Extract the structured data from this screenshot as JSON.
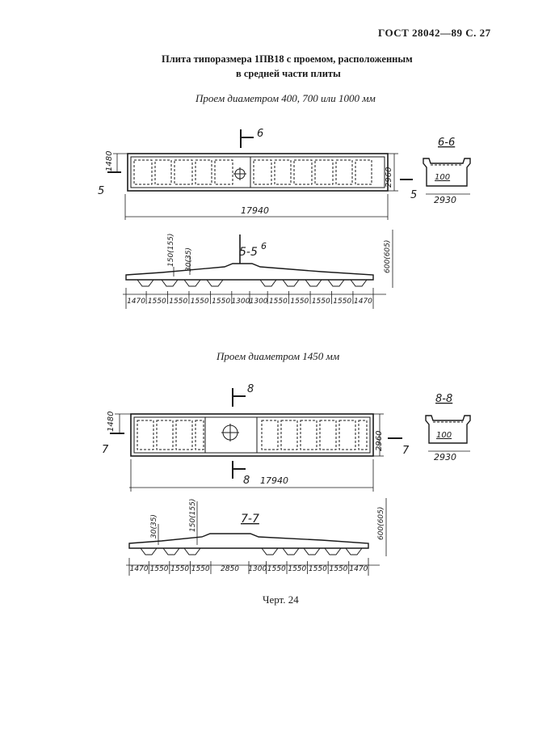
{
  "header": "ГОСТ 28042—89 С. 27",
  "title": {
    "line1": "Плита типоразмера 1ПВ18 с проемом, расположенным",
    "line2": "в средней части плиты"
  },
  "subtitle1": "Проем диаметром 400, 700 или 1000 мм",
  "subtitle2": "Проем диаметром 1450 мм",
  "caption": "Черт. 24",
  "fig1": {
    "dim_height": "1480",
    "dim_width": "2960",
    "dim_length": "17940",
    "cut_top": "6",
    "cut_left": "5",
    "cut_right": "5",
    "section_label": "6-6",
    "section_inner": "100",
    "section_width": "2930",
    "profile_label": "5-5",
    "profile_mark": "6",
    "dim_150": "150(155)",
    "dim_30": "30(35)",
    "dim_600": "600(605)",
    "segments": [
      "1470",
      "1550",
      "1550",
      "1550",
      "1550",
      "1300",
      "1300",
      "1550",
      "1550",
      "1550",
      "1550",
      "1470"
    ]
  },
  "fig2": {
    "dim_height": "1480",
    "dim_width": "2960",
    "dim_length": "17940",
    "cut_top": "8",
    "cut_bottom": "8",
    "cut_left": "7",
    "cut_right": "7",
    "section_label": "8-8",
    "section_inner": "100",
    "section_width": "2930",
    "profile_label": "7-7",
    "dim_150": "150(155)",
    "dim_30": "30(35)",
    "dim_600": "600(605)",
    "segments": [
      "1470",
      "1550",
      "1550",
      "1550",
      "2850",
      "1300",
      "1550",
      "1550",
      "1550",
      "1550",
      "1470"
    ]
  }
}
